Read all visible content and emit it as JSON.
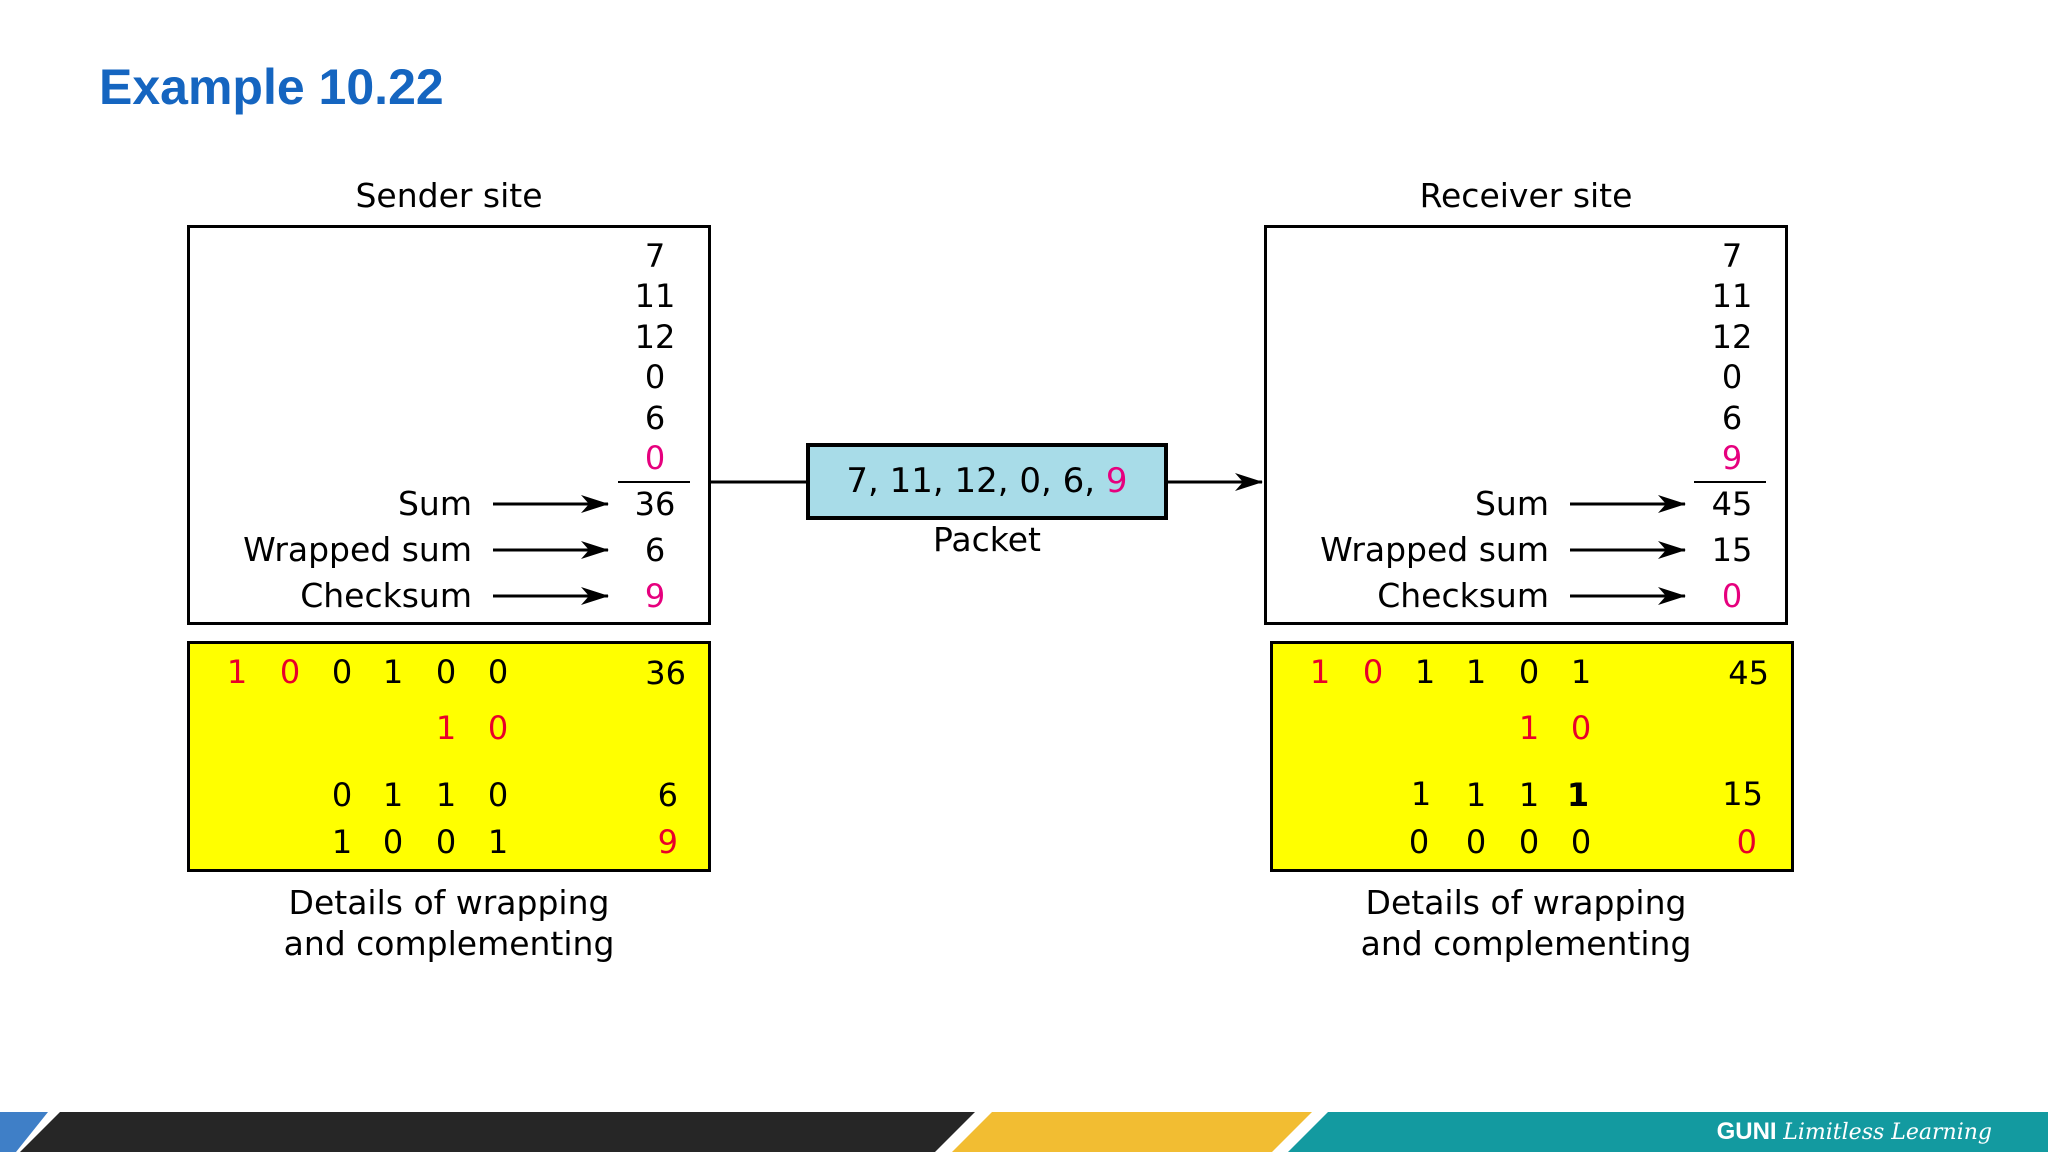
{
  "slide": {
    "title": "Example 10.22"
  },
  "sender": {
    "title": "Sender site",
    "values": [
      "7",
      "11",
      "12",
      "0",
      "6",
      "0"
    ],
    "rows": [
      {
        "label": "Sum",
        "value": "36"
      },
      {
        "label": "Wrapped sum",
        "value": "6"
      },
      {
        "label": "Checksum",
        "value": "9"
      }
    ],
    "details": {
      "carry_bits": [
        "1",
        "0"
      ],
      "sum_bits": [
        "0",
        "1",
        "0",
        "0"
      ],
      "sum_value": "36",
      "wrap_bits": [
        "1",
        "0"
      ],
      "wrapped_bits": [
        "0",
        "1",
        "1",
        "0"
      ],
      "wrapped_value": "6",
      "complement_bits": [
        "1",
        "0",
        "0",
        "1"
      ],
      "complement_value": "9"
    },
    "caption_line1": "Details of wrapping",
    "caption_line2": "and complementing"
  },
  "packet": {
    "values_text": "7, 11, 12, 0, 6, ",
    "checksum_text": "9",
    "label": "Packet"
  },
  "receiver": {
    "title": "Receiver site",
    "values": [
      "7",
      "11",
      "12",
      "0",
      "6",
      "9"
    ],
    "rows": [
      {
        "label": "Sum",
        "value": "45"
      },
      {
        "label": "Wrapped sum",
        "value": "15"
      },
      {
        "label": "Checksum",
        "value": "0"
      }
    ],
    "details": {
      "carry_bits": [
        "1",
        "0"
      ],
      "sum_bits": [
        "1",
        "1",
        "0",
        "1"
      ],
      "sum_value": "45",
      "wrap_bits": [
        "1",
        "0"
      ],
      "wrapped_bits": [
        "1",
        "1",
        "1",
        "1"
      ],
      "wrapped_value": "15",
      "complement_bits": [
        "0",
        "0",
        "0",
        "0"
      ],
      "complement_value": "0"
    },
    "caption_line1": "Details of wrapping",
    "caption_line2": "and complementing"
  },
  "footer": {
    "brand": "GUNI",
    "tagline": "Limitless Learning"
  },
  "colors": {
    "title": "#1565c0",
    "highlight": "#e6007e",
    "red": "#e8002a",
    "packet_fill": "#a8dce8",
    "details_fill": "#ffff00"
  },
  "icons": [
    "arrow-right-icon"
  ]
}
